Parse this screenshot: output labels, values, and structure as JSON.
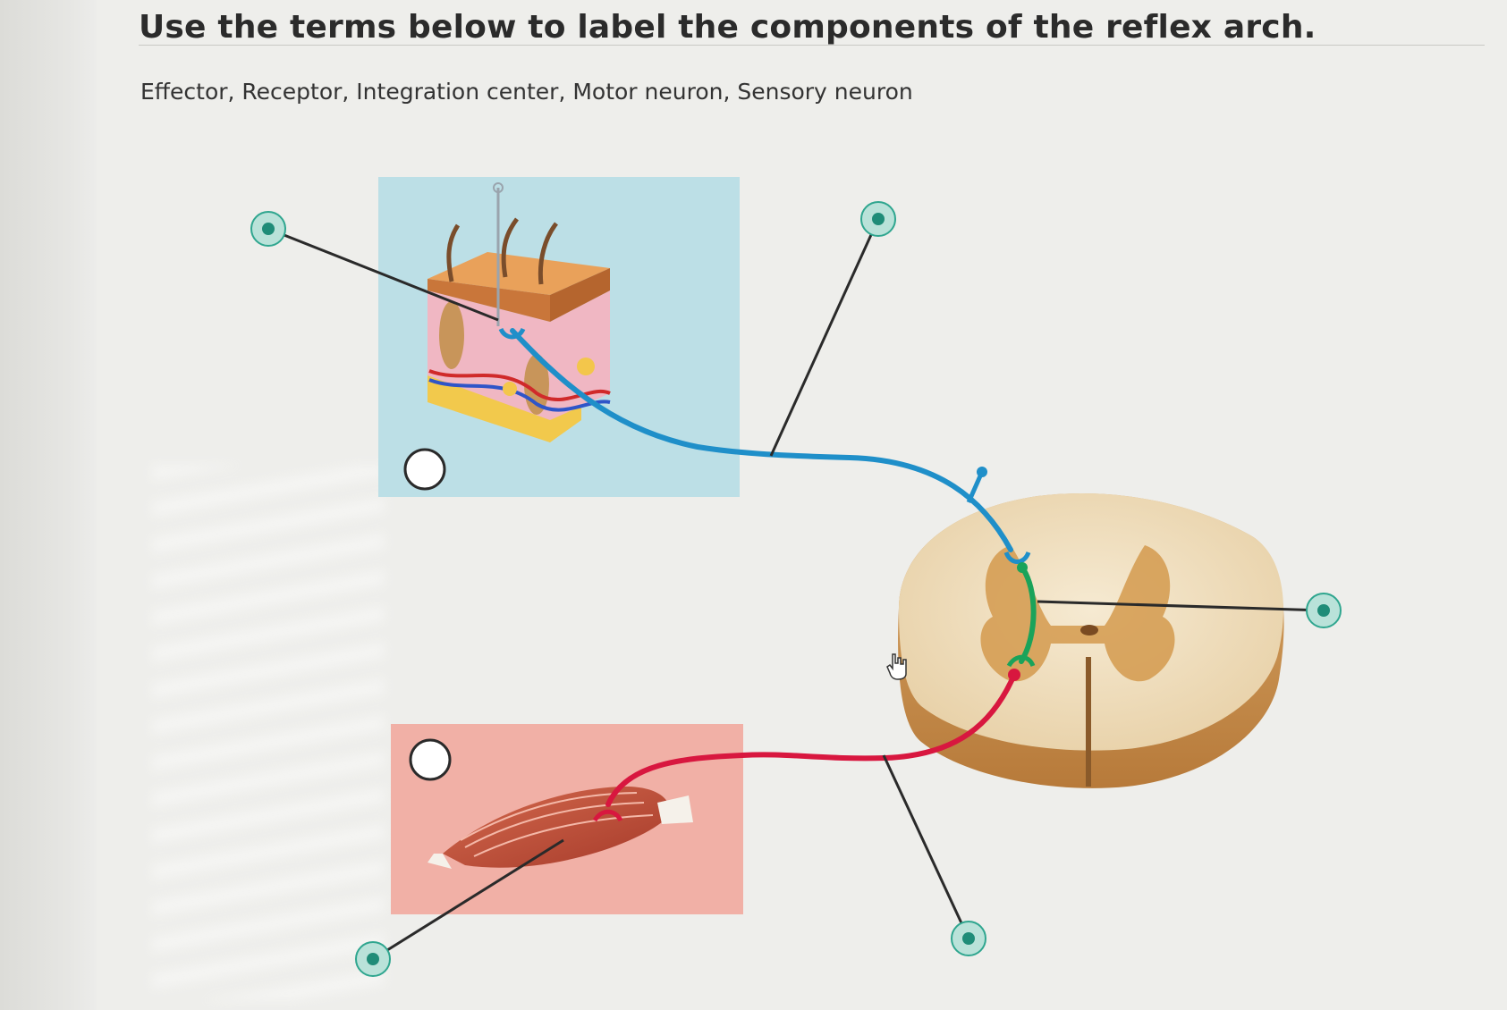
{
  "question": {
    "title": "Use the terms below to label the components of the reflex arch.",
    "terms_text": "Effector, Receptor, Integration center, Motor neuron, Sensory neuron"
  },
  "colors": {
    "sensory_neuron": "#1f8fc9",
    "interneuron": "#1aa35a",
    "motor_neuron": "#d8173f",
    "label_pin": "#2fa68f",
    "skin_panel_bg": "#bcdfe6",
    "muscle_panel_bg": "#f1b0a6"
  },
  "icons": {
    "label_pin": "teal-circle-pin",
    "radio_marker": "white-circle",
    "cursor": "hand-pointer"
  }
}
